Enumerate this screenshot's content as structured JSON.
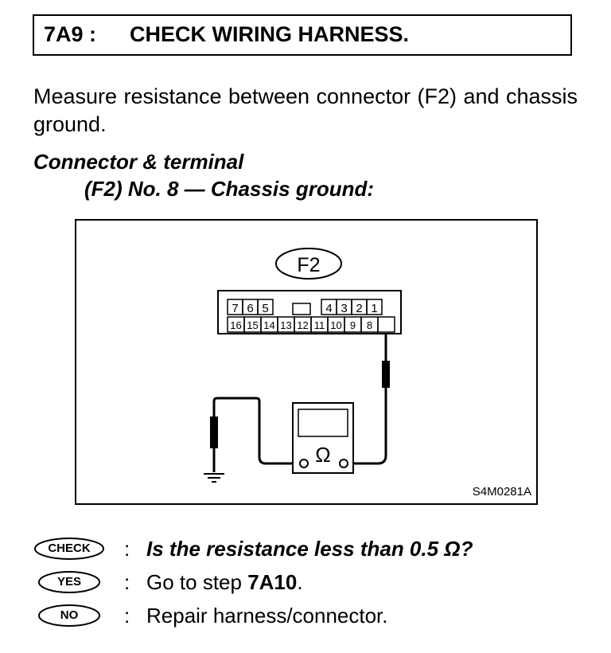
{
  "header": {
    "step": "7A9 :",
    "title": "CHECK WIRING HARNESS."
  },
  "intro": "Measure resistance between connector (F2) and chassis ground.",
  "connector": {
    "heading": "Connector & terminal",
    "spec": "(F2) No. 8 — Chassis ground:"
  },
  "diagram": {
    "connector_label": "F2",
    "top_row": [
      "7",
      "6",
      "5",
      "",
      "4",
      "3",
      "2",
      "1"
    ],
    "bottom_row": [
      "16",
      "15",
      "14",
      "13",
      "12",
      "11",
      "10",
      "9",
      "8"
    ],
    "meter_symbol": "Ω",
    "code": "S4M0281A"
  },
  "check": {
    "badge": "CHECK",
    "colon": ":",
    "question": "Is the resistance less than 0.5 Ω?"
  },
  "yes": {
    "badge": "YES",
    "colon": ":",
    "pre": "Go to step ",
    "step": "7A10",
    "post": "."
  },
  "no": {
    "badge": "NO",
    "colon": ":",
    "text": "Repair harness/connector."
  }
}
